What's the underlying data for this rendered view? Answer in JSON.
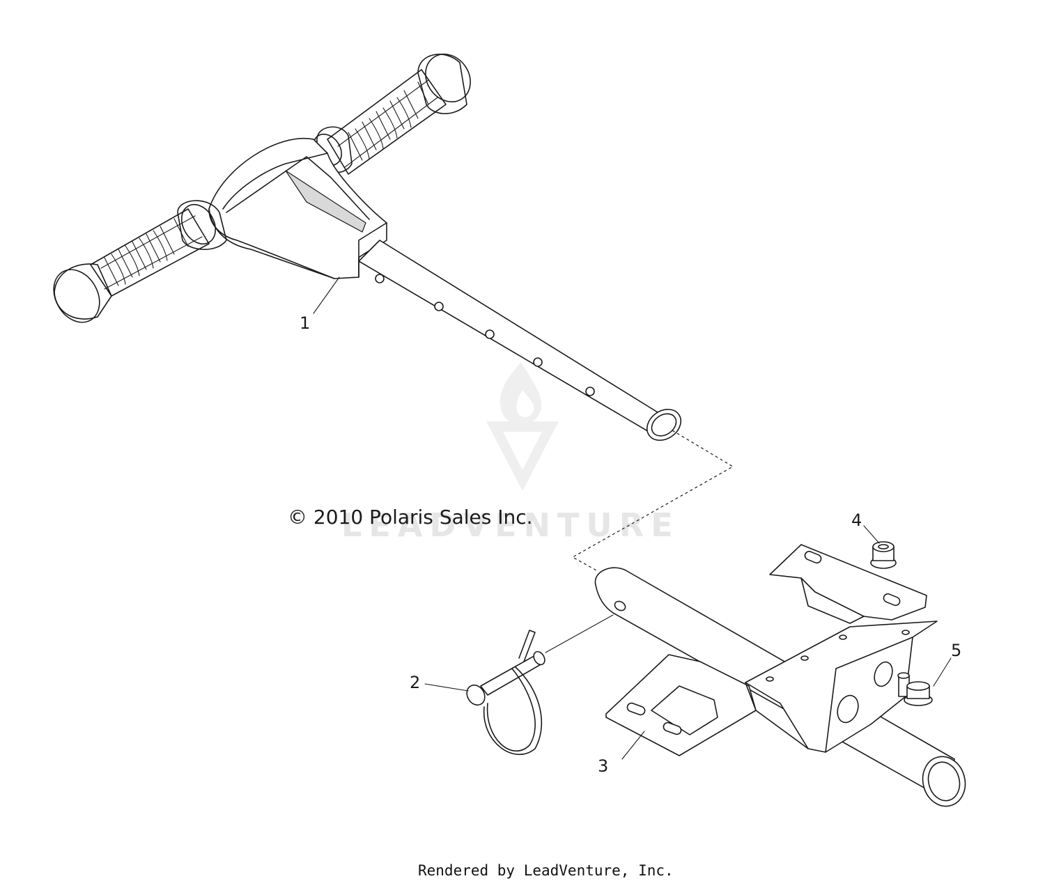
{
  "copyright": "© 2010 Polaris Sales Inc.",
  "watermark": "LEADVENTURE",
  "footer": "Rendered by LeadVenture, Inc.",
  "callouts": [
    {
      "id": "1",
      "label": "1"
    },
    {
      "id": "2",
      "label": "2"
    },
    {
      "id": "3",
      "label": "3"
    },
    {
      "id": "4",
      "label": "4"
    },
    {
      "id": "5",
      "label": "5"
    }
  ],
  "colors": {
    "line": "#1a1a1a",
    "shade": "#d9d9d9",
    "watermark": "#e6e6e6",
    "background": "#ffffff"
  }
}
